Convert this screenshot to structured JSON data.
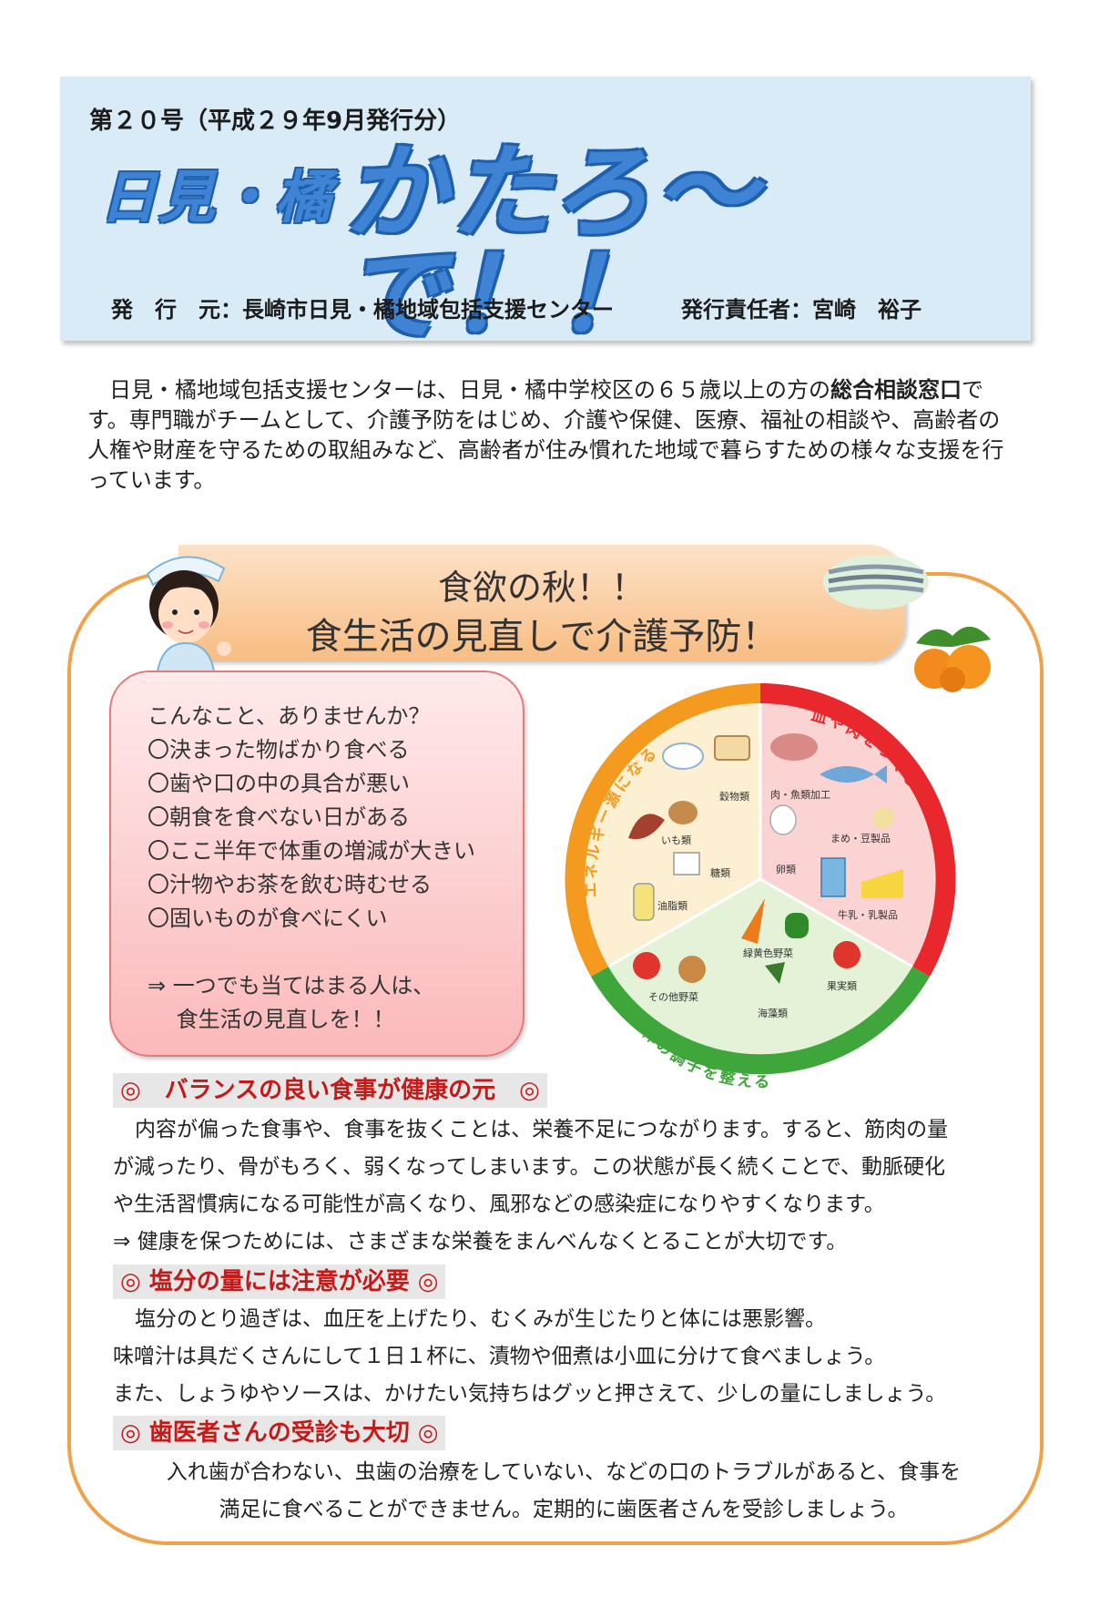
{
  "header": {
    "issue": "第２０号（平成２９年9月発行分）",
    "logo_small": "日見・橘",
    "logo_big": "かたろ～で！！",
    "publisher": "発　行　元：長崎市日見・橘地域包括支援センター",
    "editor": "発行責任者：宮崎　裕子"
  },
  "intro": {
    "text_before": "　日見・橘地域包括支援センターは、日見・橘中学校区の６５歳以上の方の",
    "text_bold": "総合相談窓口",
    "text_after": "です。専門職がチームとして、介護予防をはじめ、介護や保健、医療、福祉の相談や、高齢者の人権や財産を守るための取組みなど、高齢者が住み慣れた地域で暮らすための様々な支援を行っています。"
  },
  "title": {
    "line1": "食欲の秋！！",
    "line2": "食生活の見直しで介護予防！"
  },
  "checklist": {
    "items": [
      "こんなこと、ありませんか？",
      "〇決まった物ばかり食べる",
      "〇歯や口の中の具合が悪い",
      "〇朝食を食べない日がある",
      "〇ここ半年で体重の増減が大きい",
      "〇汁物やお茶を飲む時むせる",
      "〇固いものが食べにくい"
    ],
    "footer_line1": "⇒ 一つでも当てはまる人は、",
    "footer_line2": "　 食生活の見直しを！！"
  },
  "food_chart": {
    "arc_energy": "エネルギー源になる",
    "arc_body": "血や肉をつくる",
    "arc_condition": "体の調子を整える",
    "labels": {
      "grains": "穀物類",
      "potatoes": "いも類",
      "sugar": "糖類",
      "oils": "油脂類",
      "meat_fish": "肉・魚類加工",
      "beans": "まめ・豆製品",
      "eggs": "卵類",
      "dairy": "牛乳・乳製品",
      "green_veg": "緑黄色野菜",
      "other_veg": "その他野菜",
      "fruits": "果実類",
      "seaweed": "海藻類"
    },
    "colors": {
      "energy": "#f39a1f",
      "body": "#e8282c",
      "condition": "#3ea63a"
    }
  },
  "section1": {
    "heading": "◎　バランスの良い食事が健康の元　◎",
    "lines": [
      "内容が偏った食事や、食事を抜くことは、栄養不足につながります。すると、筋肉の量",
      "が減ったり、骨がもろく、弱くなってしまいます。この状態が長く続くことで、動脈硬化",
      "や生活習慣病になる可能性が高くなり、風邪などの感染症になりやすくなります。",
      "⇒ 健康を保つためには、さまざまな栄養をまんべんなくとることが大切です。"
    ]
  },
  "section2": {
    "heading": "◎ 塩分の量には注意が必要 ◎",
    "lines": [
      "塩分のとり過ぎは、血圧を上げたり、むくみが生じたりと体には悪影響。",
      "味噌汁は具だくさんにして１日１杯に、漬物や佃煮は小皿に分けて食べましょう。",
      "また、しょうゆやソースは、かけたい気持ちはグッと押さえて、少しの量にしましょう。"
    ]
  },
  "section3": {
    "heading": "◎ 歯医者さんの受診も大切 ◎",
    "lines": [
      "入れ歯が合わない、虫歯の治療をしていない、などの口のトラブルがあると、食事を",
      "満足に食べることができません。定期的に歯医者さんを受診しましょう。"
    ]
  }
}
